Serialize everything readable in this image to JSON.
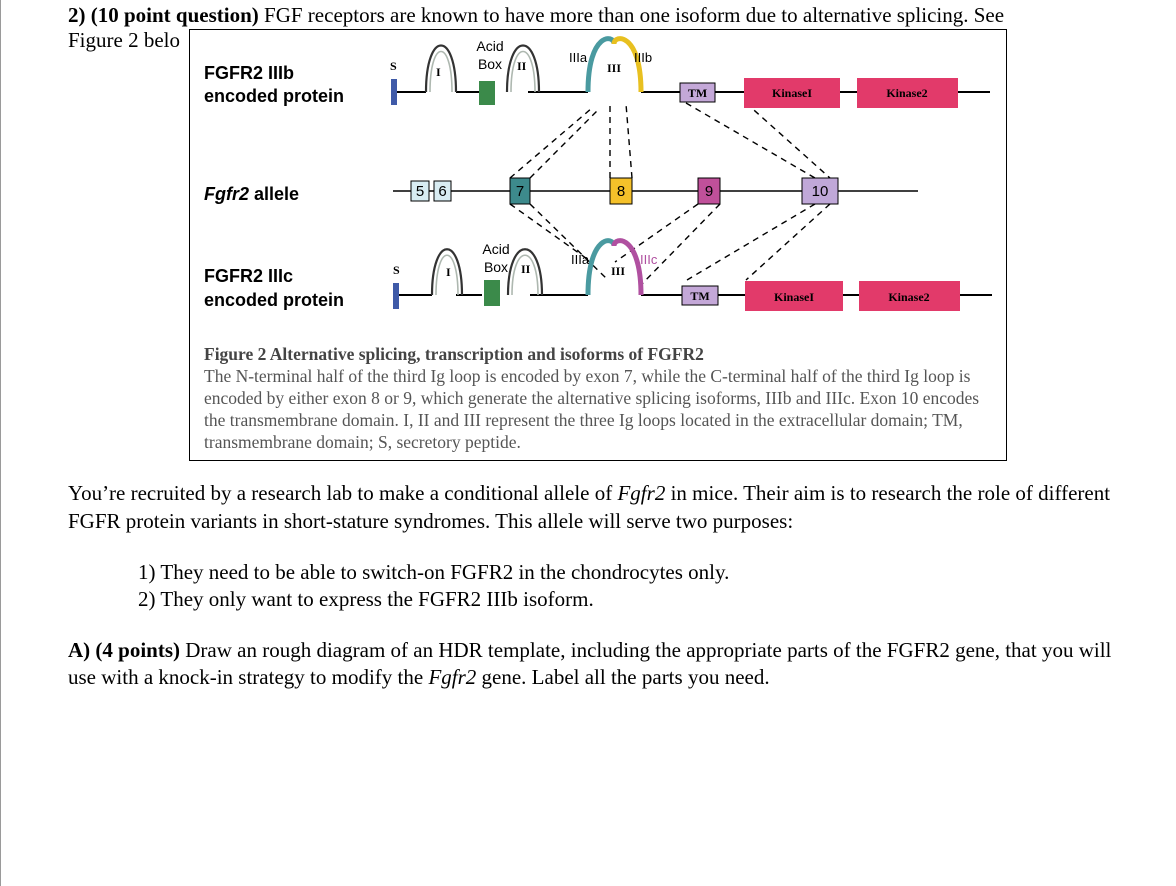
{
  "question": {
    "number": "2)",
    "points": "(10 point question)",
    "text_line1": "FGF receptors are known to have more than one isoform due to alternative splicing. See",
    "text_line2": "Figure 2 belo"
  },
  "figure": {
    "row_labels": {
      "iiib_line1": "FGFR2 IIIb",
      "iiib_line2": "encoded protein",
      "allele_prefix": "Fgfr2",
      "allele_suffix": " allele",
      "iiic_line1": "FGFR2 IIIc",
      "iiic_line2": "encoded protein"
    },
    "protein_labels": {
      "secretory": "S",
      "loop1": "I",
      "loop2": "II",
      "loop3": "III",
      "acid": "Acid",
      "box": "Box",
      "iiia": "IIIa",
      "iiib": "IIIb",
      "iiic": "IIIc",
      "tm": "TM",
      "kinase1": "KinaseI",
      "kinase2": "Kinase2"
    },
    "exons": [
      "5",
      "6",
      "7",
      "8",
      "9",
      "10"
    ],
    "colors": {
      "secretory": "#3f5aa8",
      "acid_box": "#3b8a4a",
      "loop_iiia": "#4a9aa0",
      "loop_iiib": "#e8c020",
      "loop_iiic": "#b050a0",
      "tm": "#c4a8d8",
      "kinase": "#e23a6a",
      "exon_5_6": "#d8ecf2",
      "exon_7": "#3d8a8c",
      "exon_8": "#f5c12a",
      "exon_9": "#c0509a",
      "exon_10": "#c0a8d8"
    },
    "caption_title": "Figure 2 Alternative splicing, transcription and isoforms of FGFR2",
    "caption_body": "The N-terminal half of the third Ig loop is encoded by exon 7, while the C-terminal half of the third Ig loop is encoded by either exon 8 or 9, which generate the alternative splicing isoforms, IIIb and IIIc. Exon 10 encodes the transmembrane domain. I, II and III represent the three Ig loops located in the extracellular domain; TM, transmembrane domain; S, secretory peptide."
  },
  "paragraph": {
    "before": "You’re recruited by a research lab to make a conditional allele of ",
    "gene": "Fgfr2",
    "after": " in mice. Their aim is to research the role of different FGFR protein variants in short-stature syndromes. This allele will serve two purposes:"
  },
  "list": [
    "1) They need to be able to switch-on FGFR2 in the chondrocytes only.",
    "2) They only want to express the FGFR2 IIIb isoform."
  ],
  "part_a": {
    "label": "A) (4 points)",
    "before": " Draw an rough diagram of an HDR template, including the appropriate parts of the FGFR2 gene, that you will use with a knock-in strategy to modify the ",
    "gene": "Fgfr2",
    "after": " gene.  Label all the parts you need."
  }
}
